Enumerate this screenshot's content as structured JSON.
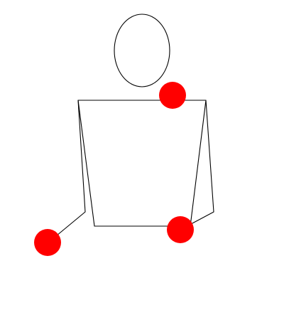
{
  "scene": {
    "background_color": "#ffffff",
    "stroke_color": "#000000",
    "handle_color": "#ff0000"
  },
  "figure": {
    "parts": [
      "head",
      "torso",
      "left-arm",
      "right-arm"
    ]
  },
  "handles": [
    {
      "name": "shoulder-handle"
    },
    {
      "name": "left-hand-handle"
    },
    {
      "name": "right-hand-handle"
    }
  ]
}
